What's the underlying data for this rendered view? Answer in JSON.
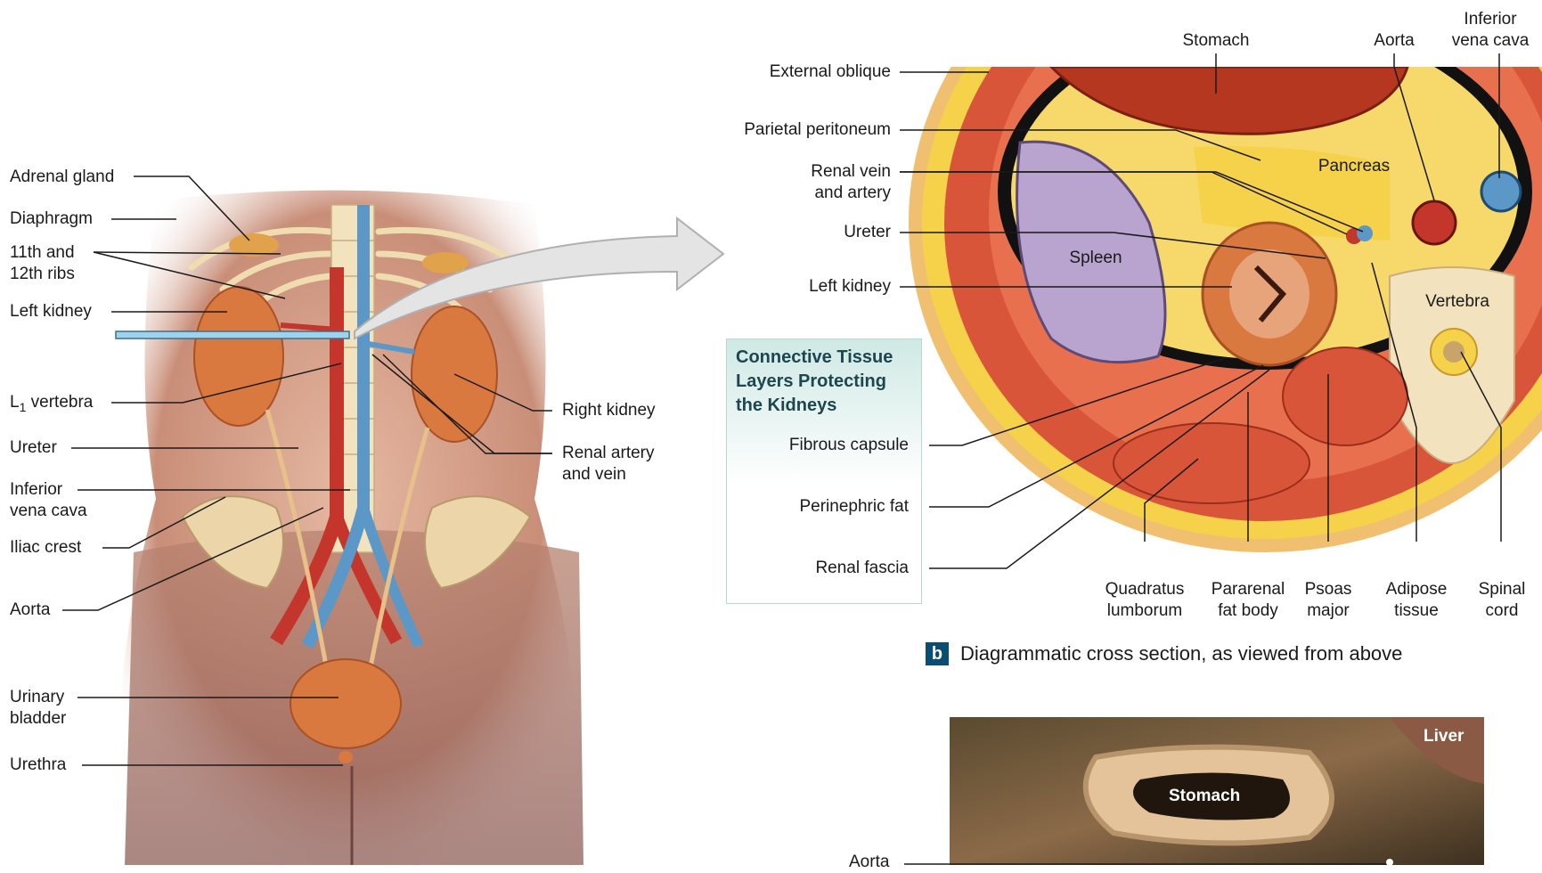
{
  "figure_a": {
    "labels_left": {
      "adrenal_gland": "Adrenal gland",
      "diaphragm": "Diaphragm",
      "ribs": "11th and\n12th ribs",
      "left_kidney": "Left kidney",
      "l1_vertebra_prefix": "L",
      "l1_vertebra_sub": "1",
      "l1_vertebra_suffix": " vertebra",
      "ureter": "Ureter",
      "ivc": "Inferior\nvena cava",
      "iliac_crest": "Iliac crest",
      "aorta": "Aorta",
      "urinary_bladder": "Urinary\nbladder",
      "urethra": "Urethra"
    },
    "labels_right": {
      "right_kidney": "Right kidney",
      "renal_artery_vein": "Renal artery\nand vein"
    }
  },
  "figure_b": {
    "top_labels": {
      "stomach": "Stomach",
      "aorta": "Aorta",
      "ivc": "Inferior\nvena cava"
    },
    "side_labels": {
      "external_oblique": "External oblique",
      "parietal_peritoneum": "Parietal peritoneum",
      "renal_vein_artery": "Renal vein\nand artery",
      "ureter": "Ureter",
      "left_kidney": "Left kidney"
    },
    "inner_labels": {
      "pancreas": "Pancreas",
      "spleen": "Spleen",
      "vertebra": "Vertebra"
    },
    "connective_tissue": {
      "title": "Connective Tissue\nLayers Protecting\nthe Kidneys",
      "fibrous_capsule": "Fibrous capsule",
      "perinephric_fat": "Perinephric fat",
      "renal_fascia": "Renal fascia"
    },
    "bottom_labels": {
      "quadratus": "Quadratus\nlumborum",
      "pararenal": "Pararenal\nfat body",
      "psoas": "Psoas\nmajor",
      "adipose": "Adipose\ntissue",
      "spinal_cord": "Spinal\ncord"
    },
    "badge": "b",
    "caption": "Diagrammatic cross section, as viewed from above"
  },
  "figure_c": {
    "liver": "Liver",
    "stomach": "Stomach",
    "aorta": "Aorta"
  },
  "colors": {
    "kidney": "#d9783f",
    "artery": "#c4352b",
    "vein": "#5b98c8",
    "skin": "#d9a58e",
    "muscle": "#d9553a",
    "fat": "#f5d24a",
    "spleen": "#b9a3cf",
    "badge": "#0a4d72"
  }
}
